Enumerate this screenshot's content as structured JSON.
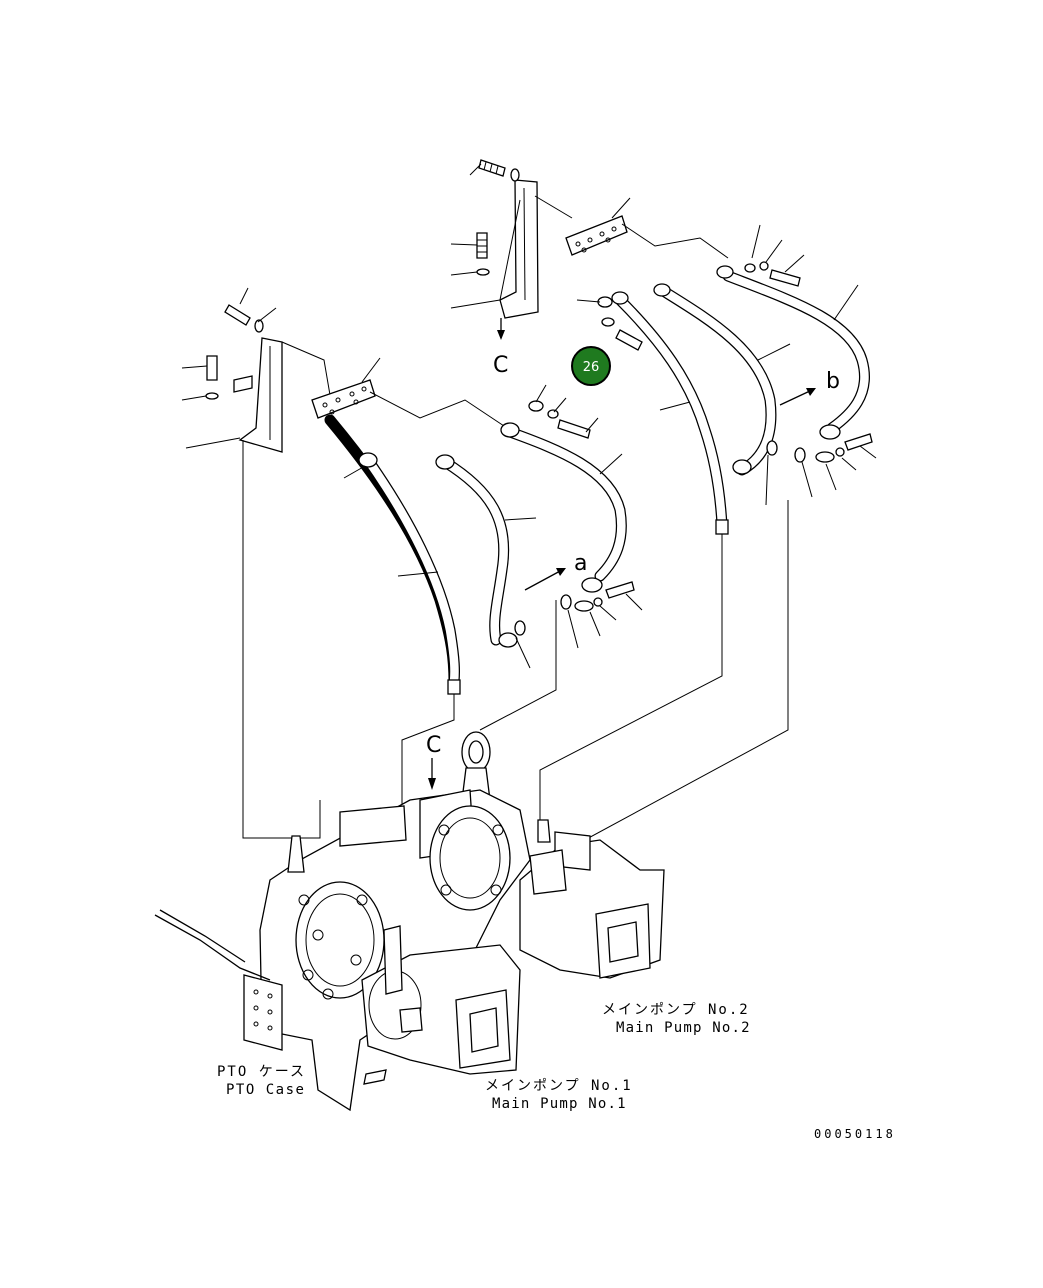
{
  "callout": {
    "number": "26",
    "color": "#1f7a1f",
    "ring_color": "#000000",
    "text_color": "#ffffff"
  },
  "view_letters": {
    "c_top": "C",
    "c_bottom": "C",
    "a_top": "a",
    "a_bottom": "a",
    "b_top": "b",
    "b_bottom": "b"
  },
  "labels": {
    "pto_case_jp": "PTO ケース",
    "pto_case_en": "PTO Case",
    "main_pump_1_jp": "メインポンプ No.1",
    "main_pump_1_en": "Main Pump No.1",
    "main_pump_2_jp": "メインポンプ No.2",
    "main_pump_2_en": "Main Pump No.2"
  },
  "drawing_number": "00050118"
}
